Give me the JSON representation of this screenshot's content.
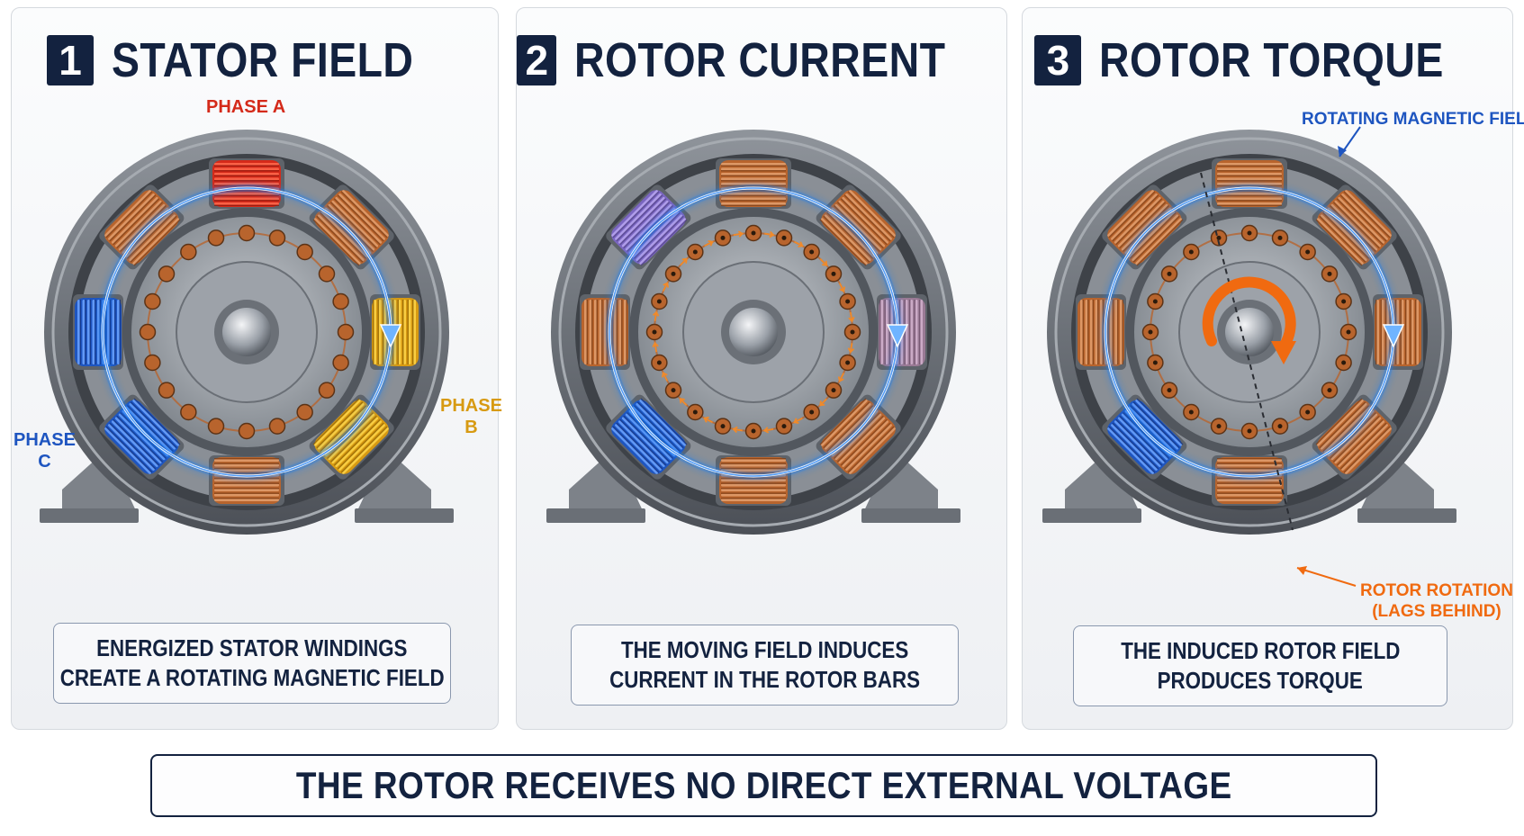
{
  "panels": [
    {
      "number": "1",
      "title": "STATOR FIELD",
      "caption_line1": "ENERGIZED STATOR WINDINGS",
      "caption_line2": "CREATE A ROTATING MAGNETIC FIELD"
    },
    {
      "number": "2",
      "title": "ROTOR CURRENT",
      "caption_line1": "THE MOVING FIELD INDUCES",
      "caption_line2": "CURRENT IN THE ROTOR BARS"
    },
    {
      "number": "3",
      "title": "ROTOR TORQUE",
      "caption_line1": "THE INDUCED ROTOR FIELD",
      "caption_line2": "PRODUCES TORQUE"
    }
  ],
  "labels": {
    "phase_a": "PHASE A",
    "phase_b_1": "PHASE",
    "phase_b_2": "B",
    "phase_c_1": "PHASE",
    "phase_c_2": "C",
    "rotating_field": "ROTATING MAGNETIC FIELD",
    "rotor_rotation_1": "ROTOR ROTATION",
    "rotor_rotation_2": "(LAGS BEHIND)"
  },
  "banner": "THE ROTOR RECEIVES NO DIRECT EXTERNAL VOLTAGE",
  "colors": {
    "navy": "#13223f",
    "field_blue": "#1f7ff0",
    "phase_a": "#d42a1a",
    "phase_b": "#d79a12",
    "phase_c": "#1e55c0",
    "torque_orange": "#f06a10",
    "copper": "#b8642d"
  }
}
